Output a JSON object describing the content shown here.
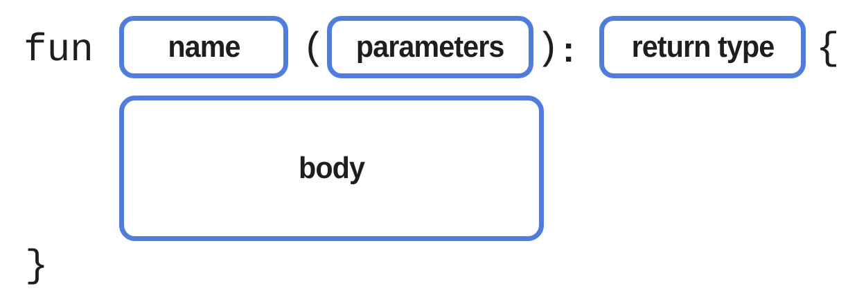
{
  "syntax": {
    "keyword": "fun",
    "open_paren": "(",
    "close_paren": ")",
    "colon": ":",
    "open_brace": "{",
    "close_brace": "}"
  },
  "slots": {
    "name": "name",
    "parameters": "parameters",
    "return_type": "return type",
    "body": "body"
  },
  "colors": {
    "slot_border": "#4d7de2",
    "text": "#1e1e20",
    "background": "#ffffff"
  }
}
